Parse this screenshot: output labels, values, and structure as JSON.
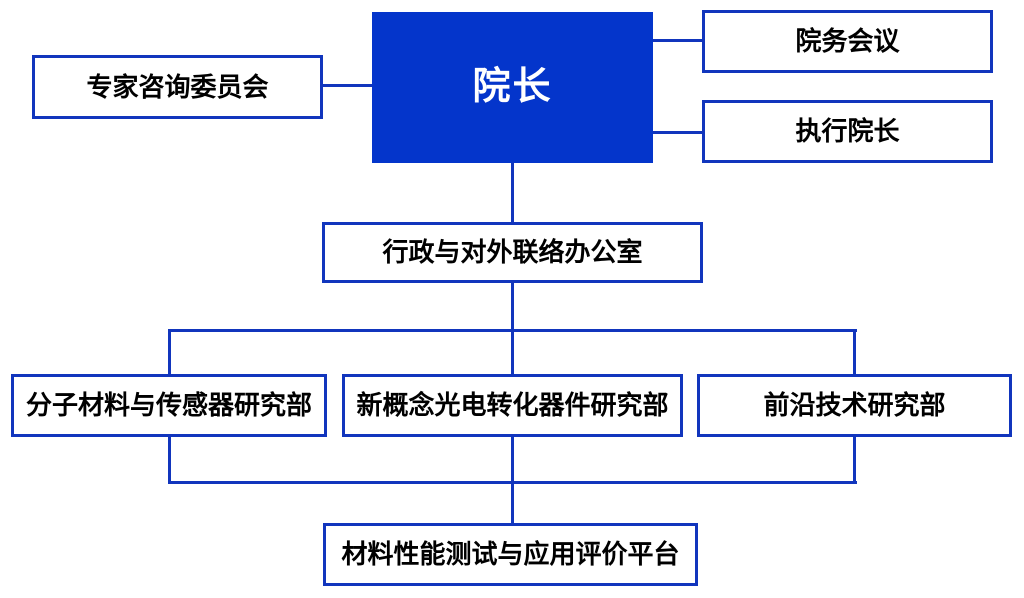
{
  "colors": {
    "primary_blue": "#0435cb",
    "line_blue": "#1135bd",
    "node_text": "#000000",
    "root_text": "#ffffff",
    "background": "#ffffff"
  },
  "nodes": {
    "dean": "院长",
    "advisory_committee": "专家咨询委员会",
    "council_meeting": "院务会议",
    "executive_dean": "执行院长",
    "admin_office": "行政与对外联络办公室",
    "departments": [
      "分子材料与传感器研究部",
      "新概念光电转化器件研究部",
      "前沿技术研究部"
    ],
    "platform": "材料性能测试与应用评价平台"
  }
}
